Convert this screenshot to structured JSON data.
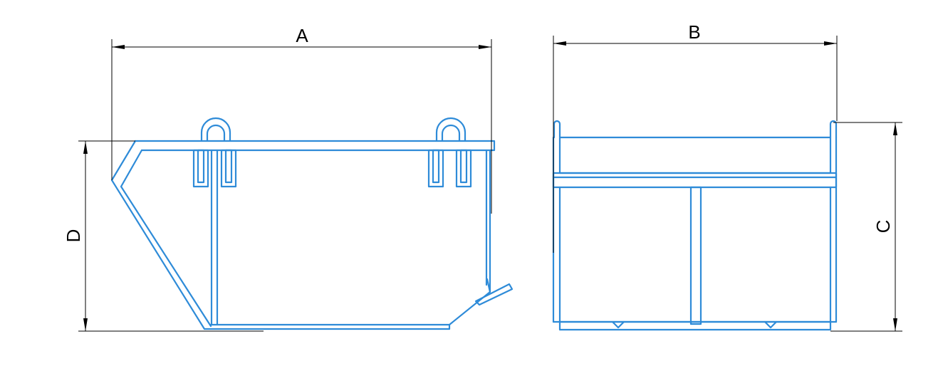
{
  "colors": {
    "outline": "#2e8bd8",
    "dimension": "#000000",
    "background": "#ffffff"
  },
  "side_view": {
    "dim_width_label": "A",
    "dim_height_label": "D"
  },
  "front_view": {
    "dim_width_label": "B",
    "dim_height_label": "C"
  }
}
